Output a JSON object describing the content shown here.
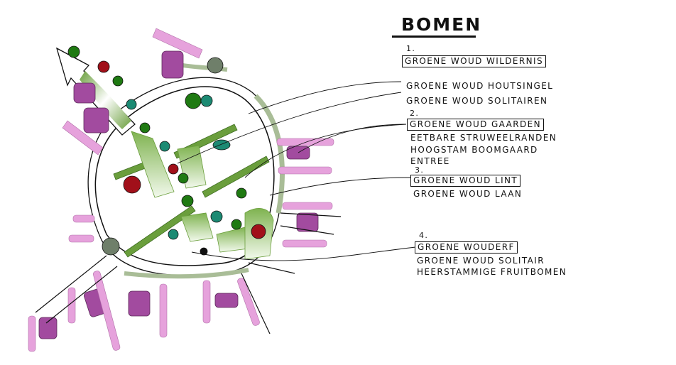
{
  "legend": {
    "title": "BOMEN",
    "groups": [
      {
        "number": "1.",
        "heading": "GROENE WOUD WILDERNIS",
        "items": [
          "GROENE WOUD HOUTSINGEL",
          "GROENE WOUD SOLITAIREN"
        ]
      },
      {
        "number": "2.",
        "heading": "GROENE WOUD GAARDEN",
        "items": [
          "EETBARE STRUWEELRANDEN",
          "HOOGSTAM BOOMGAARD",
          "ENTREE"
        ]
      },
      {
        "number": "3.",
        "heading": "GROENE WOUD LINT",
        "items": [
          "GROENE WOUD LAAN"
        ]
      },
      {
        "number": "4.",
        "heading": "GROENE WOUDERF",
        "items": [
          "GROENE WOUD SOLITAIR",
          "HEERSTAMMIGE FRUITBOMEN"
        ]
      }
    ]
  },
  "colors": {
    "hedge_green": "#6a9e3c",
    "light_green": "#cfe6bf",
    "dark_green": "#1f7a12",
    "teal": "#1c8a73",
    "fruit_red": "#a1101a",
    "purple_tree": "#a24b9f",
    "pink_hedge": "#e6a2dc",
    "sage": "#a9bd97",
    "grey_tree": "#6f7f6a",
    "ink": "#111111"
  }
}
